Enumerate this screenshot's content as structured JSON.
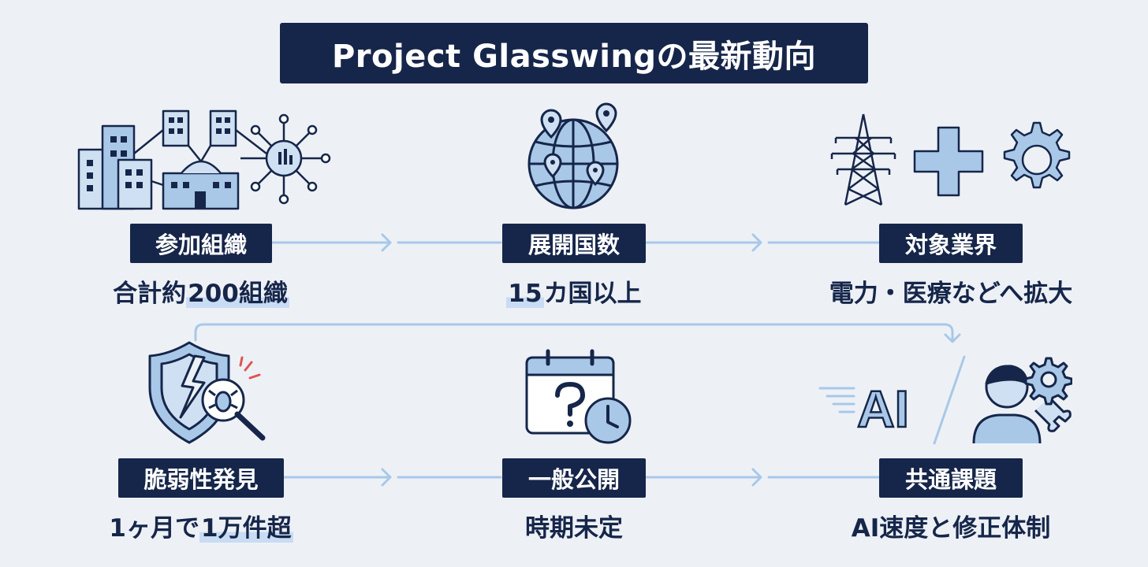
{
  "title": "Project Glasswingの最新動向",
  "items": [
    {
      "label": "参加組織",
      "value_pre": "合計約",
      "value_hl": "200組織",
      "value_post": "",
      "icon": "organization-network-icon"
    },
    {
      "label": "展開国数",
      "value_pre": "",
      "value_hl": "15",
      "value_post": "カ国以上",
      "icon": "globe-location-icon"
    },
    {
      "label": "対象業界",
      "value_pre": "電力・医療などへ拡大",
      "value_hl": "",
      "value_post": "",
      "icon": "power-medical-industry-icon"
    },
    {
      "label": "脆弱性発見",
      "value_pre": "1ヶ月で",
      "value_hl": "1万件超",
      "value_post": "",
      "icon": "shield-bug-search-icon"
    },
    {
      "label": "一般公開",
      "value_pre": "時期未定",
      "value_hl": "",
      "value_post": "",
      "icon": "calendar-question-clock-icon"
    },
    {
      "label": "共通課題",
      "value_pre": "AI速度と修正体制",
      "value_hl": "",
      "value_post": "",
      "icon": "ai-engineer-icon"
    }
  ],
  "icon_text": {
    "ai": "AI"
  },
  "colors": {
    "navy": "#16264a",
    "light_blue": "#a9c8e8",
    "highlight": "#c8dcf3",
    "background": "#edf1f6",
    "accent_red": "#e05252"
  }
}
